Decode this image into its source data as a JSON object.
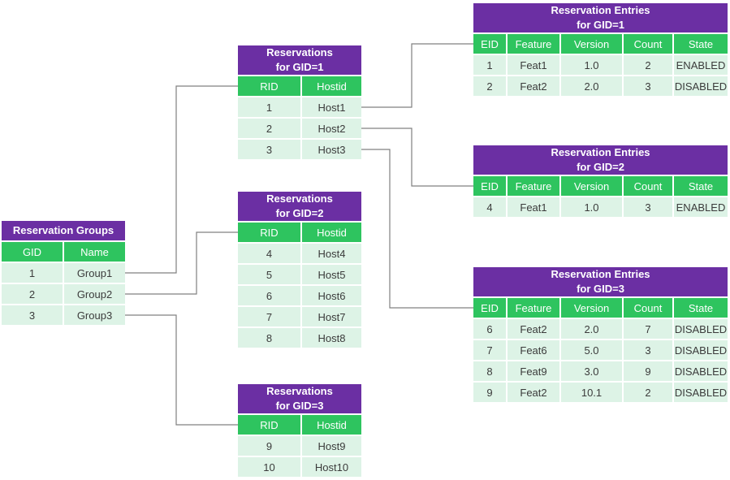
{
  "colors": {
    "title_bar_bg": "#6B2FA3",
    "column_header_bg": "#2EC45F",
    "row_fill": "#DDF3E6",
    "title_text": "#FFFFFF",
    "cell_text": "#3B3B3B",
    "connector_line": "#808080",
    "background": "#FFFFFF"
  },
  "tables": {
    "groups": {
      "title_lines": [
        "Reservation Groups"
      ],
      "columns": [
        "GID",
        "Name"
      ],
      "rows": [
        [
          "1",
          "Group1"
        ],
        [
          "2",
          "Group2"
        ],
        [
          "3",
          "Group3"
        ]
      ]
    },
    "res1": {
      "title_lines": [
        "Reservations",
        "for GID=1"
      ],
      "columns": [
        "RID",
        "Hostid"
      ],
      "rows": [
        [
          "1",
          "Host1"
        ],
        [
          "2",
          "Host2"
        ],
        [
          "3",
          "Host3"
        ]
      ]
    },
    "res2": {
      "title_lines": [
        "Reservations",
        "for GID=2"
      ],
      "columns": [
        "RID",
        "Hostid"
      ],
      "rows": [
        [
          "4",
          "Host4"
        ],
        [
          "5",
          "Host5"
        ],
        [
          "6",
          "Host6"
        ],
        [
          "7",
          "Host7"
        ],
        [
          "8",
          "Host8"
        ]
      ]
    },
    "res3": {
      "title_lines": [
        "Reservations",
        "for GID=3"
      ],
      "columns": [
        "RID",
        "Hostid"
      ],
      "rows": [
        [
          "9",
          "Host9"
        ],
        [
          "10",
          "Host10"
        ]
      ]
    },
    "ent1": {
      "title_lines": [
        "Reservation Entries",
        "for GID=1"
      ],
      "columns": [
        "EID",
        "Feature",
        "Version",
        "Count",
        "State"
      ],
      "rows": [
        [
          "1",
          "Feat1",
          "1.0",
          "2",
          "ENABLED"
        ],
        [
          "2",
          "Feat2",
          "2.0",
          "3",
          "DISABLED"
        ]
      ]
    },
    "ent2": {
      "title_lines": [
        "Reservation Entries",
        "for GID=2"
      ],
      "columns": [
        "EID",
        "Feature",
        "Version",
        "Count",
        "State"
      ],
      "rows": [
        [
          "4",
          "Feat1",
          "1.0",
          "3",
          "ENABLED"
        ]
      ]
    },
    "ent3": {
      "title_lines": [
        "Reservation Entries",
        "for GID=3"
      ],
      "columns": [
        "EID",
        "Feature",
        "Version",
        "Count",
        "State"
      ],
      "rows": [
        [
          "6",
          "Feat2",
          "2.0",
          "7",
          "DISABLED"
        ],
        [
          "7",
          "Feat6",
          "5.0",
          "3",
          "DISABLED"
        ],
        [
          "8",
          "Feat9",
          "3.0",
          "9",
          "DISABLED"
        ],
        [
          "9",
          "Feat2",
          "10.1",
          "2",
          "DISABLED"
        ]
      ]
    }
  }
}
